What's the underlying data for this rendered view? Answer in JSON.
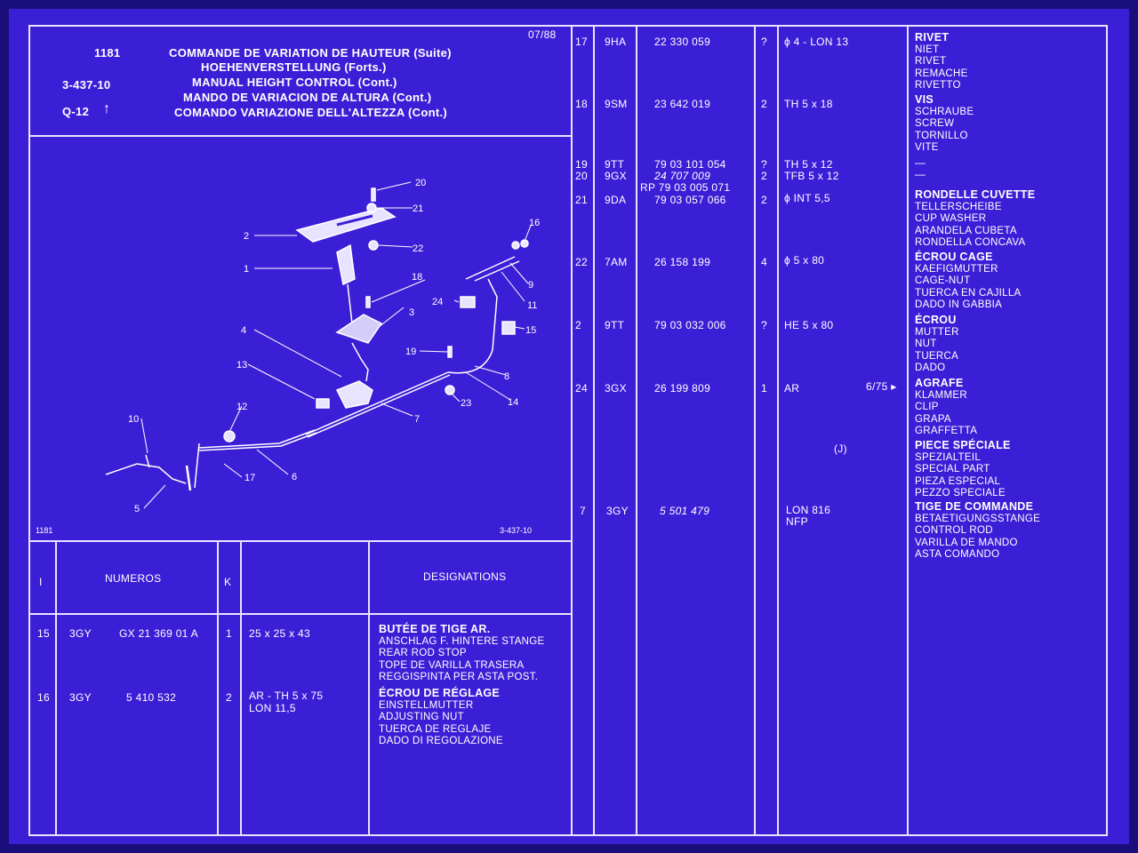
{
  "header": {
    "code": "1181",
    "date": "07/88",
    "ref": "3-437-10",
    "sub": "Q-12",
    "arrow": "↑",
    "titles": [
      "COMMANDE DE VARIATION DE HAUTEUR (Suite)",
      "HOEHENVERSTELLUNG (Forts.)",
      "MANUAL HEIGHT CONTROL (Cont.)",
      "MANDO DE VARIACION DE ALTURA (Cont.)",
      "COMANDO VARIAZIONE DELL'ALTEZZA (Cont.)"
    ]
  },
  "diagram": {
    "footer_left": "1181",
    "footer_right": "3-437-10",
    "callouts": [
      "1",
      "2",
      "3",
      "4",
      "5",
      "6",
      "7",
      "8",
      "9",
      "10",
      "11",
      "12",
      "13",
      "14",
      "15",
      "16",
      "17",
      "18",
      "19",
      "20",
      "21",
      "22",
      "23",
      "24"
    ]
  },
  "table_headers": {
    "col1": "I",
    "col2": "NUMEROS",
    "col3": "K",
    "col5": "DESIGNATIONS"
  },
  "left_rows": [
    {
      "idx": "15",
      "code": "3GY",
      "number": "GX 21 369 01 A",
      "qty": "1",
      "spec": "25 x 25 x 43",
      "spec2": "",
      "designations": [
        "BUTÉE DE TIGE AR.",
        "ANSCHLAG F. HINTERE STANGE",
        "REAR ROD STOP",
        "TOPE DE VARILLA TRASERA",
        "REGGISPINTA PER ASTA POST."
      ]
    },
    {
      "idx": "16",
      "code": "3GY",
      "number": "5 410 532",
      "qty": "2",
      "spec": "AR - TH 5 x 75",
      "spec2": "LON 11,5",
      "designations": [
        "ÉCROU DE RÉGLAGE",
        "EINSTELLMUTTER",
        "ADJUSTING NUT",
        "TUERCA DE REGLAJE",
        "DADO DI REGOLAZIONE"
      ]
    }
  ],
  "right_rows": [
    {
      "idx": "17",
      "code": "9HA",
      "number": "22 330 059",
      "number2": "",
      "qty": "?",
      "spec": "ϕ 4 - LON 13",
      "spec2": "",
      "note": "",
      "designations": [
        "RIVET",
        "NIET",
        "RIVET",
        "REMACHE",
        "RIVETTO"
      ]
    },
    {
      "idx": "18",
      "code": "9SM",
      "number": "23 642 019",
      "number2": "",
      "qty": "2",
      "spec": "TH 5 x 18",
      "spec2": "",
      "note": "",
      "designations": [
        "VIS",
        "SCHRAUBE",
        "SCREW",
        "TORNILLO",
        "VITE"
      ]
    },
    {
      "idx": "19",
      "code": "9TT",
      "number": "79 03 101 054",
      "number2": "",
      "qty": "?",
      "spec": "TH 5 x 12",
      "spec2": "",
      "note": "",
      "designations": [
        "—"
      ]
    },
    {
      "idx": "20",
      "code": "9GX",
      "number": "24 707 009",
      "number2": "RP 79 03 005 071",
      "qty": "2",
      "spec": "TFB 5 x 12",
      "spec2": "",
      "note": "",
      "designations": [
        "—"
      ]
    },
    {
      "idx": "21",
      "code": "9DA",
      "number": "79 03 057 066",
      "number2": "",
      "qty": "2",
      "spec": "ϕ INT 5,5",
      "spec2": "",
      "note": "",
      "designations": [
        "RONDELLE CUVETTE",
        "TELLERSCHEIBE",
        "CUP WASHER",
        "ARANDELA CUBETA",
        "RONDELLA CONCAVA"
      ]
    },
    {
      "idx": "22",
      "code": "7AM",
      "number": "26 158 199",
      "number2": "",
      "qty": "4",
      "spec": "ϕ 5 x 80",
      "spec2": "",
      "note": "",
      "designations": [
        "ÉCROU CAGE",
        "KAEFIGMUTTER",
        "CAGE-NUT",
        "TUERCA EN CAJILLA",
        "DADO IN GABBIA"
      ]
    },
    {
      "idx": "2",
      "code": "9TT",
      "number": "79 03 032 006",
      "number2": "",
      "qty": "?",
      "spec": "HE 5 x 80",
      "spec2": "",
      "note": "",
      "designations": [
        "ÉCROU",
        "MUTTER",
        "NUT",
        "TUERCA",
        "DADO"
      ]
    },
    {
      "idx": "24",
      "code": "3GX",
      "number": "26 199 809",
      "number2": "",
      "qty": "1",
      "spec": "AR",
      "spec2": "",
      "note": "6/75 ▸",
      "designations": [
        "AGRAFE",
        "KLAMMER",
        "CLIP",
        "GRAPA",
        "GRAFFETTA"
      ]
    },
    {
      "idx": "",
      "code": "",
      "number": "",
      "number2": "",
      "qty": "",
      "spec": "",
      "spec2": "",
      "note": "(J)",
      "designations": [
        "PIECE SPÉCIALE",
        "SPEZIALTEIL",
        "SPECIAL PART",
        "PIEZA ESPECIAL",
        "PEZZO SPECIALE"
      ]
    },
    {
      "idx": "7",
      "code": "3GY",
      "number": "5 501 479",
      "number2": "",
      "qty": "",
      "spec": "LON 816",
      "spec2": "NFP",
      "note": "",
      "designations": [
        "TIGE DE COMMANDE",
        "BETAETIGUNGSSTANGE",
        "CONTROL ROD",
        "VARILLA DE MANDO",
        "ASTA COMANDO"
      ]
    }
  ],
  "colors": {
    "background": "#3b1fd6",
    "lines": "#e8e4ff",
    "text": "#ffffff"
  }
}
